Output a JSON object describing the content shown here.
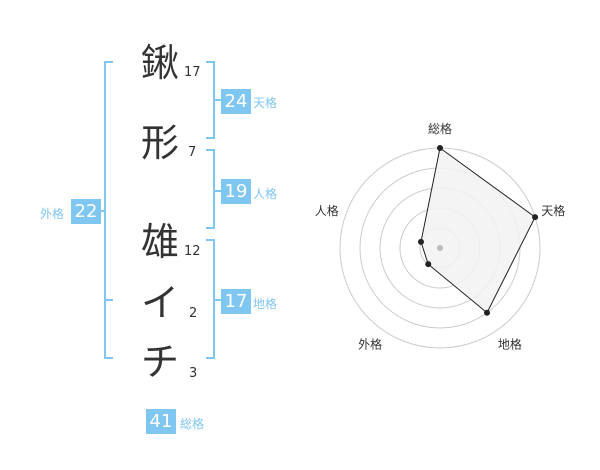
{
  "name": {
    "characters": [
      {
        "char": "鍬",
        "strokes": "17"
      },
      {
        "char": "形",
        "strokes": "7"
      },
      {
        "char": "雄",
        "strokes": "12"
      },
      {
        "char": "イ",
        "strokes": "2"
      },
      {
        "char": "チ",
        "strokes": "3"
      }
    ]
  },
  "fortune": {
    "tenkaku": {
      "label": "天格",
      "value": "24"
    },
    "jinkaku": {
      "label": "人格",
      "value": "19"
    },
    "chikaku": {
      "label": "地格",
      "value": "17"
    },
    "gaikaku": {
      "label": "外格",
      "value": "22"
    },
    "soukaku": {
      "label": "総格",
      "value": "41"
    }
  },
  "colors": {
    "accent": "#7fc6f0",
    "text": "#333333",
    "radar_fill": "#f2f2f2",
    "radar_line": "#222222",
    "grid": "#cccccc"
  },
  "chart_data": {
    "type": "radar",
    "axes": [
      "総格",
      "天格",
      "地格",
      "外格",
      "人格"
    ],
    "values": [
      5,
      5,
      4,
      1,
      1
    ],
    "rlim": [
      0,
      5
    ],
    "rings": 5
  }
}
